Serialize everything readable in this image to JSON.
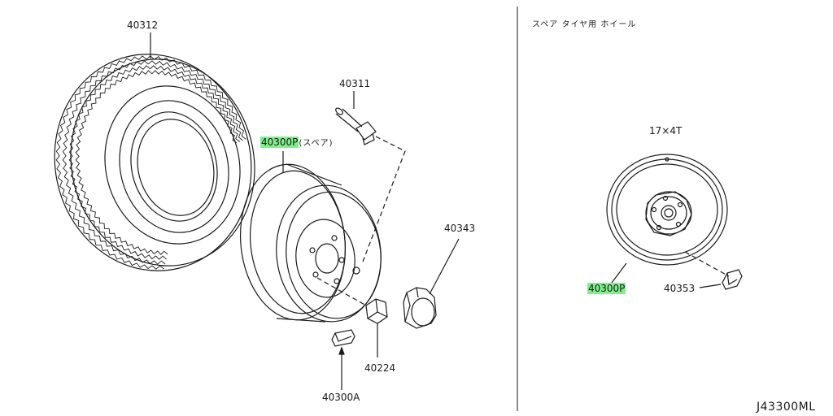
{
  "colors": {
    "line": "#1a1a1a",
    "highlight": "#7ef08a",
    "background": "#ffffff"
  },
  "left_panel": {
    "parts": {
      "tire": "40312",
      "valve": "40311",
      "wheel": "40300P",
      "wheel_note": "(スペア)",
      "ornament": "40343",
      "nut": "40224",
      "weight": "40300A"
    }
  },
  "right_panel": {
    "heading": "スペア タイヤ用 ホイール",
    "size": "17×4T",
    "parts": {
      "wheel": "40300P",
      "weight": "40353"
    }
  },
  "drawing_code": "J43300ML"
}
